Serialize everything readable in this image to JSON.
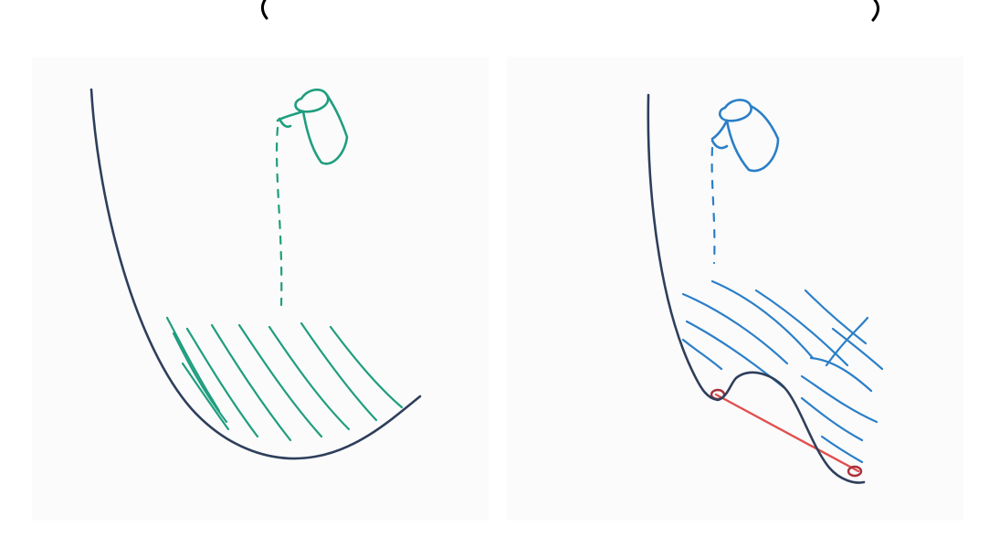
{
  "colors": {
    "background": "#ffffff",
    "panel": "#fbfbfb",
    "curve": "#2e3f5c",
    "water_left": "#1f9e7e",
    "water_right": "#2b7fc8",
    "constraint": "#e0504f",
    "constraint_dark": "#a8323a"
  },
  "icons": {
    "bucket_left": "bucket-icon",
    "bucket_right": "bucket-icon"
  },
  "panels": [
    {
      "name": "left-panel",
      "curve": "convex-valley",
      "fill": "water-hatching",
      "bucket": "pouring"
    },
    {
      "name": "right-panel",
      "curve": "valley-with-bump",
      "fill": "water-hatching",
      "bucket": "pouring",
      "chord": "red-segment"
    }
  ]
}
